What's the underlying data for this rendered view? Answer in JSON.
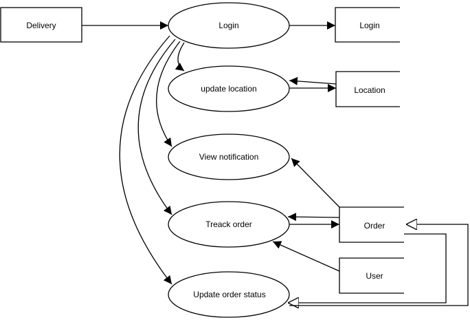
{
  "diagram": {
    "actor": {
      "label": "Delivery"
    },
    "processes": [
      {
        "id": "login",
        "label": "Login"
      },
      {
        "id": "update_location",
        "label": "update location"
      },
      {
        "id": "view_notification",
        "label": "View notification"
      },
      {
        "id": "track_order",
        "label": "Treack order"
      },
      {
        "id": "update_order_status",
        "label": "Update order status"
      }
    ],
    "stores": [
      {
        "id": "login_store",
        "label": "Login"
      },
      {
        "id": "location_store",
        "label": "Location"
      },
      {
        "id": "order_store",
        "label": "Order"
      },
      {
        "id": "user_store",
        "label": "User"
      }
    ]
  }
}
